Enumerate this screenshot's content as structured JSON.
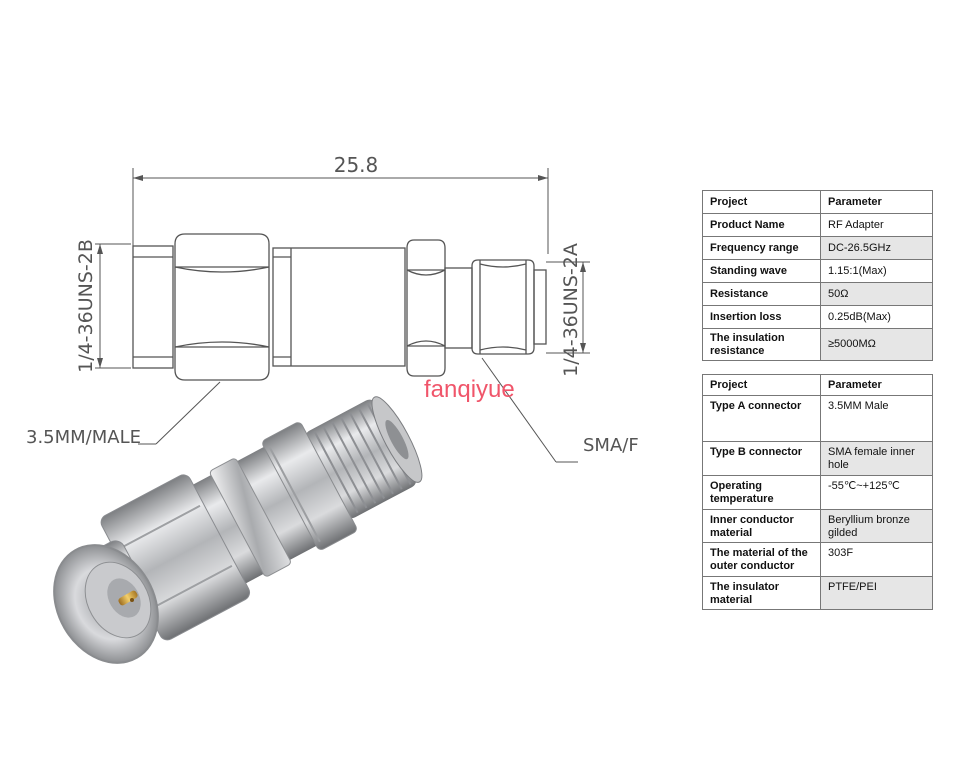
{
  "drawing": {
    "overall_length": "25.8",
    "thread_left": "1/4-36UNS-2B",
    "thread_right": "1/4-36UNS-2A",
    "left_label": "3.5MM/MALE",
    "right_label": "SMA/F"
  },
  "watermark": "fanqiyue",
  "table_a": {
    "headers": [
      "Project",
      "Parameter"
    ],
    "rows": [
      [
        "Product Name",
        "RF Adapter"
      ],
      [
        "Frequency range",
        "DC-26.5GHz"
      ],
      [
        "Standing wave",
        "1.15:1(Max)"
      ],
      [
        "Resistance",
        "50Ω"
      ],
      [
        "Insertion loss",
        "0.25dB(Max)"
      ],
      [
        "The insulation resistance",
        "≥5000MΩ"
      ]
    ]
  },
  "table_b": {
    "headers": [
      "Project",
      "Parameter"
    ],
    "rows": [
      [
        "Type A connector",
        "3.5MM Male"
      ],
      [
        "Type B connector",
        "SMA female inner hole"
      ],
      [
        "Operating temperature",
        "-55℃~+125℃"
      ],
      [
        "Inner conductor material",
        "Beryllium bronze gilded"
      ],
      [
        "The material of the outer conductor",
        "303F"
      ],
      [
        "The insulator material",
        "PTFE/PEI"
      ]
    ]
  }
}
